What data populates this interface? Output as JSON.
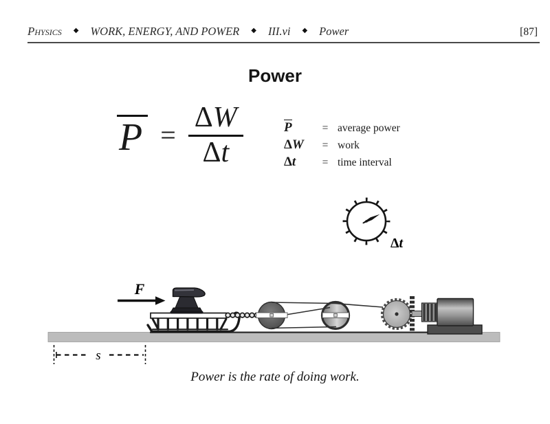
{
  "header": {
    "subject": "Physics",
    "separator": "◆",
    "unit": "WORK, ENERGY, AND POWER",
    "section": "III.vi",
    "topic": "Power",
    "page_number": "[87]"
  },
  "title": "Power",
  "equation": {
    "lhs": "P",
    "equals": "=",
    "numerator_delta": "Δ",
    "numerator_var": "W",
    "denominator_delta": "Δ",
    "denominator_var": "t"
  },
  "legend": {
    "rows": [
      {
        "delta": "",
        "symbol": "P",
        "equals": "=",
        "description": "average power"
      },
      {
        "delta": "Δ",
        "symbol": "W",
        "equals": "=",
        "description": "work"
      },
      {
        "delta": "Δ",
        "symbol": "t",
        "equals": "=",
        "description": "time interval"
      }
    ]
  },
  "diagram": {
    "force_label": "F",
    "distance_label": "s",
    "time_delta": "Δ",
    "time_var": "t"
  },
  "caption": "Power is the rate of doing work."
}
